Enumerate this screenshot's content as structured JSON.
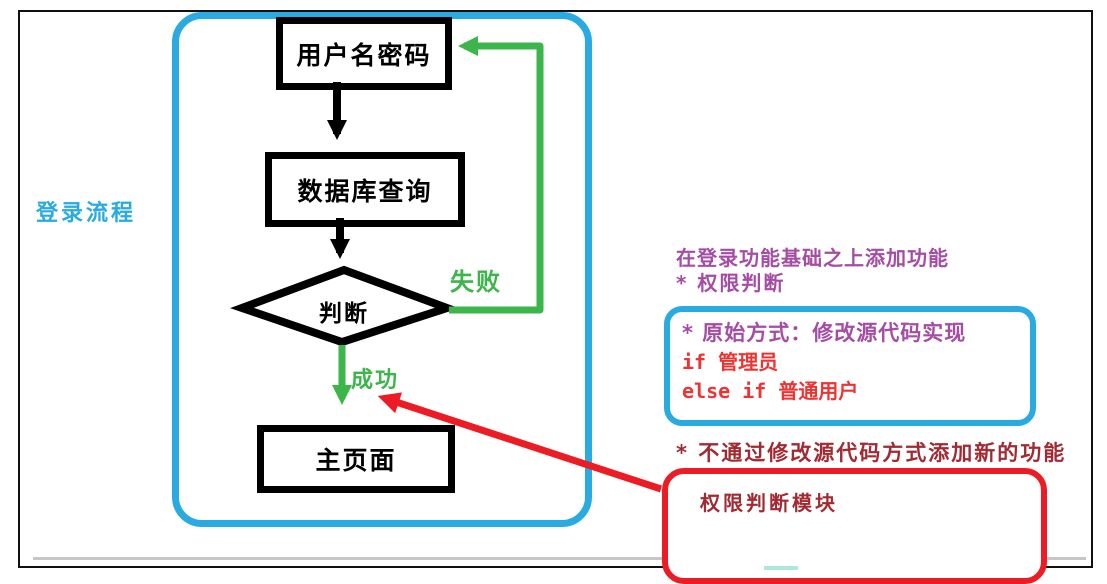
{
  "flowchart": {
    "title": "登录流程",
    "nodes": [
      {
        "label": "用户名密码"
      },
      {
        "label": "数据库查询"
      },
      {
        "label": "判断"
      },
      {
        "label": "主页面"
      }
    ],
    "edges": {
      "fail_label": "失败",
      "success_label": "成功"
    }
  },
  "notes": {
    "heading_line1": "在登录功能基础之上添加功能",
    "heading_line2": "* 权限判断",
    "original_approach": {
      "title": "* 原始方式：修改源代码实现",
      "code_line1": "if 管理员",
      "code_line2": "else if 普通用户"
    },
    "new_approach_line": "* 不通过修改源代码方式添加新的功能",
    "module_label": "权限判断模块"
  },
  "colors": {
    "frame_black": "#101010",
    "container_blue": "#29ABE2",
    "arrow_green": "#3CB54A",
    "arrow_red": "#ED1C24",
    "note_purple": "#A54CA5",
    "code_red": "#EE3333",
    "dark_red_text": "#A12A33",
    "node_border": "#000000"
  }
}
